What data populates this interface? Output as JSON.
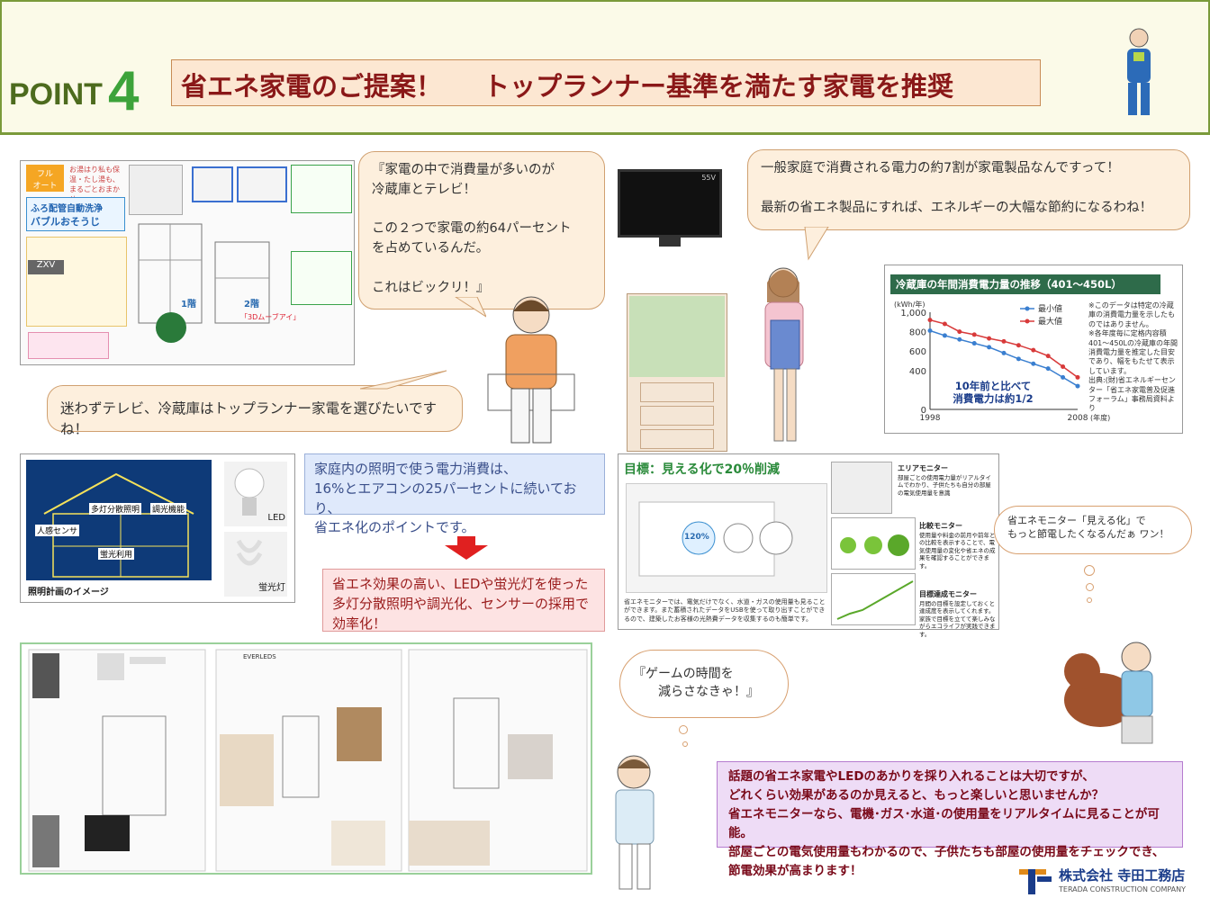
{
  "header": {
    "point_label": "POINT",
    "point_number": "4",
    "title_part1": "省エネ家電のご提案！",
    "title_part2": "トップランナー基準を満たす家電を推奨"
  },
  "bubbles": {
    "man_quote": "『家電の中で消費量が多いのが\n冷蔵庫とテレビ！\n\nこの２つで家電の約64パーセント\nを占めているんだ。\n\nこれはビックリ！』",
    "woman_quote": "一般家庭で消費される電力の約7割が家電製品なんですって！\n\n最新の省エネ製品にすれば、エネルギーの大幅な節約になるわね！",
    "tv_fridge_choice": "迷わずテレビ、冷蔵庫はトップランナー家電を選びたいですね！",
    "dog_quote": "省エネモニター「見える化」で\nもっと節電したくなるんだぁ ワン！",
    "game_quote": "『ゲームの時間を\n　　減らさなきゃ！』"
  },
  "tv": {
    "badge": "55V"
  },
  "bath_brochure": {
    "full_auto_label": "フル\nオート",
    "top_text": "お湯はり私も保温・たし湯も、\nまるごとおまかせ。",
    "feature_title": "ふろ配管自動洗浄",
    "feature_sub": "バブルおそうじ",
    "model_label": "ZXV",
    "floor1": "1階",
    "floor2": "2階",
    "tag_3d": "「3Dムーブアイ」"
  },
  "lighting": {
    "diagram_caption": "照明計画のイメージ",
    "label_multi": "多灯分散照明",
    "label_dimmer": "調光機能",
    "label_sensor": "人感センサ",
    "label_fluorescent_use": "蛍光利用",
    "led_label": "LED",
    "fluorescent_label": "蛍光灯",
    "blue_note": "家庭内の照明で使う電力消費は、\n16%とエアコンの25パーセントに続いており、\n省エネ化のポイントです。",
    "red_note": "省エネ効果の高い、LEDや蛍光灯を使った\n多灯分散照明や調光化、センサーの採用で\n効率化！"
  },
  "monitor": {
    "goal_title": "目標：見える化で20％削減",
    "center_value": "120%",
    "area_title": "エリアモニター",
    "area_desc": "部屋ごとの使用電力量がリアルタイムでわかり、子供たちも自分の部屋の電気使用量を意識",
    "compare_title": "比較モニター",
    "compare_desc": "使用量や料金の前月や前年との比較を表示することで、電気使用量の変化や省エネの成果を確認することができます。",
    "goal_monitor_title": "目標達成モニター",
    "goal_monitor_desc": "月間の目標を設定しておくと達成度を表示してくれます。家族で目標を立てて楽しみながらエコライフが実践できます。",
    "caption": "省エネモニターでは、電気だけでなく、水道・ガスの使用量も見ることができます。また蓄積されたデータをUSBを使って取り出すことができるので、建築したお客様の光熱費データを収集するのも簡単です。"
  },
  "chart_data": {
    "type": "line",
    "title": "冷蔵庫の年間消費電力量の推移（401～450L）",
    "ylabel": "(kWh/年)",
    "xlabel": "(年度)",
    "x_tick_labels": [
      "1998",
      "2008"
    ],
    "x": [
      1998,
      1999,
      2000,
      2001,
      2002,
      2003,
      2004,
      2005,
      2006,
      2007,
      2008
    ],
    "ylim": [
      0,
      1000
    ],
    "y_ticks": [
      0,
      400,
      600,
      800,
      1000
    ],
    "y_tick_labels": [
      "0",
      "400",
      "600",
      "800",
      "1,000"
    ],
    "series": [
      {
        "name": "最小値",
        "color": "#3a7fd0",
        "values": [
          810,
          760,
          720,
          680,
          640,
          580,
          520,
          470,
          420,
          330,
          240
        ]
      },
      {
        "name": "最大値",
        "color": "#d83a3a",
        "values": [
          920,
          880,
          800,
          770,
          730,
          700,
          660,
          610,
          550,
          440,
          330
        ]
      }
    ],
    "annotation": "10年前と比べて\n消費電力は約1/2",
    "note": "※このデータは特定の冷蔵庫の消費電力量を示したものではありません。\n※各年度毎に定格内容積401～450Lの冷蔵庫の年間消費電力量を推定した目安であり、幅をもたせて表示しています。\n出典:(財)省エネルギーセンター「省エネ家電普及促進フォーラム」事務局資料より",
    "grid": false,
    "legend": "top-center"
  },
  "summary": {
    "text": "話題の省エネ家電やLEDのあかりを採り入れることは大切ですが、\nどれくらい効果があるのか見えると、もっと楽しいと思いませんか？\n省エネモニターなら、電機･ガス･水道･の使用量をリアルタイムに見ることが可能。\n部屋ごとの電気使用量もわかるので、子供たちも部屋の使用量をチェックでき、\n節電効果が高まります！"
  },
  "floorplan": {
    "brand_tag": "EVERLEDS"
  },
  "footer": {
    "company": "株式会社 寺田工務店",
    "company_en": "TERADA CONSTRUCTION COMPANY"
  },
  "colors": {
    "header_border": "#7a9a3a",
    "title_text": "#8a1818",
    "point_green": "#3da33a"
  }
}
